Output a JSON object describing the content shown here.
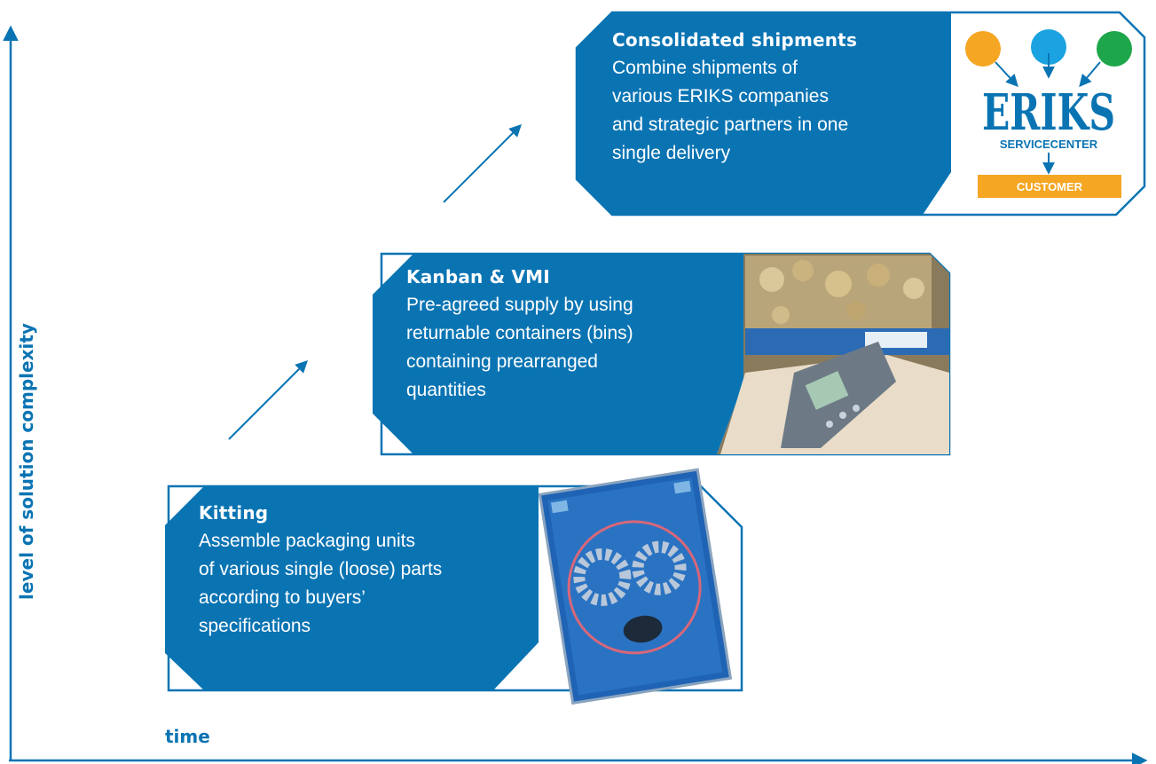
{
  "axes": {
    "y_label": "level of solution complexity",
    "x_label": "time"
  },
  "steps": [
    {
      "title": "Kitting",
      "body": [
        "Assemble packaging units",
        "of various single (loose) parts",
        "according to buyers’",
        "specifications"
      ]
    },
    {
      "title": "Kanban & VMI",
      "body": [
        "Pre-agreed supply by using",
        "returnable containers (bins)",
        "containing prearranged",
        "quantities"
      ]
    },
    {
      "title": "Consolidated shipments",
      "body": [
        "Combine shipments of",
        "various ERIKS companies",
        "and strategic partners in one",
        "single delivery"
      ]
    }
  ],
  "logo": {
    "brand": "ERIKS",
    "center": "SERVICECENTER",
    "customer": "CUSTOMER",
    "dot_colors": [
      "#f5a623",
      "#1aa3e0",
      "#1ea64a"
    ],
    "brand_color": "#0a74b3",
    "customer_bg": "#f5a623"
  },
  "colors": {
    "box_blue": "#0a74b3",
    "axis_blue": "#0a74b3"
  }
}
